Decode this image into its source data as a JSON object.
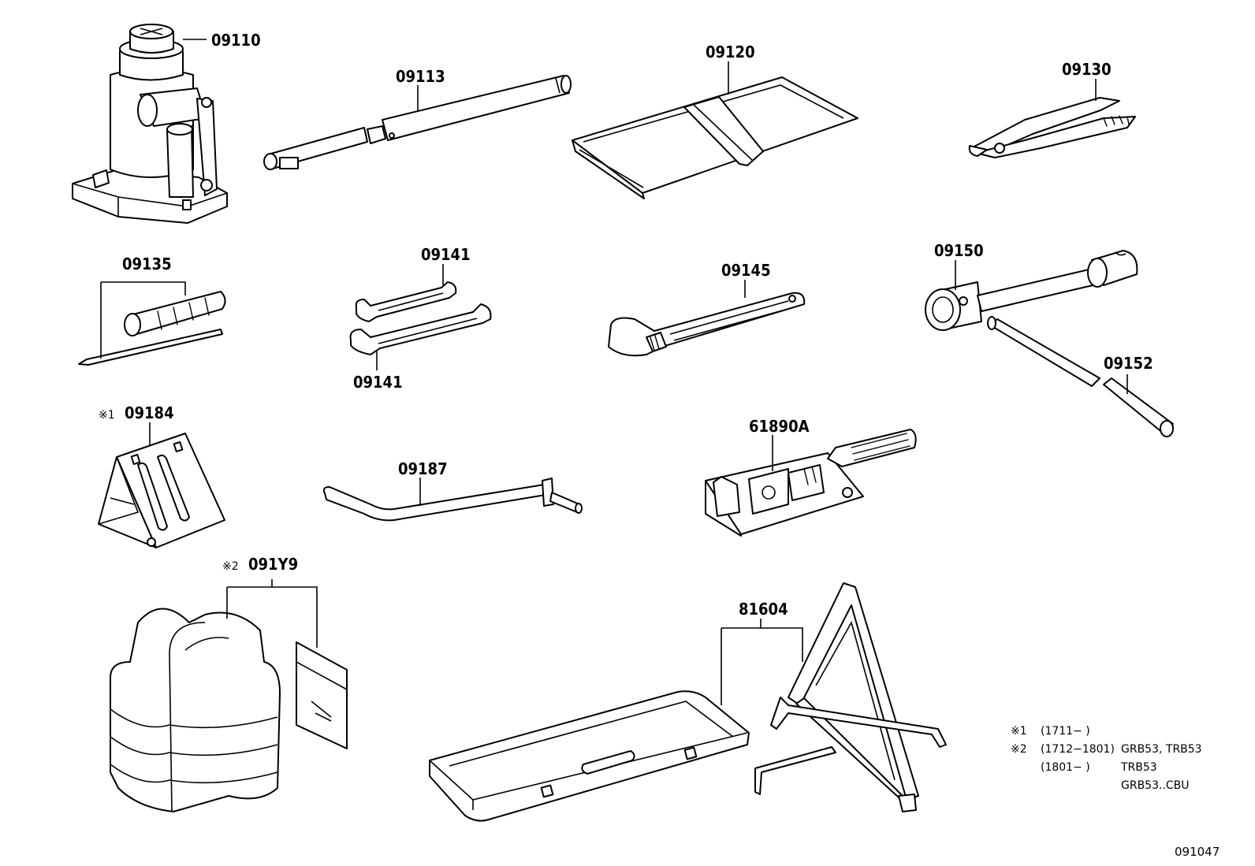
{
  "parts": [
    {
      "id": "p09110",
      "number": "09110",
      "name": "jack-icon"
    },
    {
      "id": "p09113",
      "number": "09113",
      "name": "jack-handle-icon"
    },
    {
      "id": "p09120",
      "number": "09120",
      "name": "tool-bag-icon"
    },
    {
      "id": "p09130",
      "number": "09130",
      "name": "pliers-icon"
    },
    {
      "id": "p09135",
      "number": "09135",
      "name": "screwdriver-icon"
    },
    {
      "id": "p09141a",
      "number": "09141",
      "name": "wrench-icon"
    },
    {
      "id": "p09141b",
      "number": "09141",
      "name": "wrench-icon"
    },
    {
      "id": "p09145",
      "number": "09145",
      "name": "adjustable-wrench-icon"
    },
    {
      "id": "p09150",
      "number": "09150",
      "name": "lug-wrench-icon"
    },
    {
      "id": "p09152",
      "number": "09152",
      "name": "extension-bar-icon"
    },
    {
      "id": "p09184",
      "number": "09184",
      "mark": "※1",
      "name": "wheel-chock-icon"
    },
    {
      "id": "p09187",
      "number": "09187",
      "name": "jack-handle-rod-icon"
    },
    {
      "id": "p61890A",
      "number": "61890A",
      "name": "towing-hook-tool-icon"
    },
    {
      "id": "p091Y9",
      "number": "091Y9",
      "mark": "※2",
      "name": "safety-vest-icon"
    },
    {
      "id": "p81604",
      "number": "81604",
      "name": "warning-triangle-icon"
    }
  ],
  "notes": [
    {
      "mark": "※1",
      "range": "(1711−        )",
      "models": ""
    },
    {
      "mark": "※2",
      "range": "(1712−1801)",
      "models": "GRB53, TRB53"
    },
    {
      "mark": "",
      "range": "(1801−        )",
      "models": "TRB53"
    },
    {
      "mark": "",
      "range": "",
      "models": "GRB53..CBU"
    }
  ],
  "figure_ref": "091047"
}
